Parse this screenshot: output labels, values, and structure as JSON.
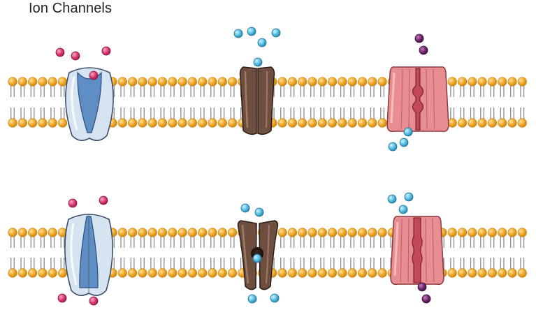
{
  "title": "Ion Channels",
  "colors": {
    "lipid_head": "#F0A92A",
    "lipid_head_stroke": "#C78110",
    "lipid_tail": "#8C8C8C",
    "channel_light": "#D6E4F2",
    "channel_light_pore": "#5E8EC4",
    "channel_brown": "#6E4E3E",
    "channel_pink": "#E88E92",
    "ion_magenta": "#D6336C",
    "ion_cyan": "#4CB9E0",
    "ion_purple": "#6B2466"
  },
  "rows": [
    {
      "state": "top",
      "channels": [
        "light-blue-channel",
        "brown-channel",
        "pink-channel"
      ]
    },
    {
      "state": "bottom",
      "channels": [
        "light-blue-channel",
        "brown-channel",
        "pink-channel"
      ]
    }
  ]
}
